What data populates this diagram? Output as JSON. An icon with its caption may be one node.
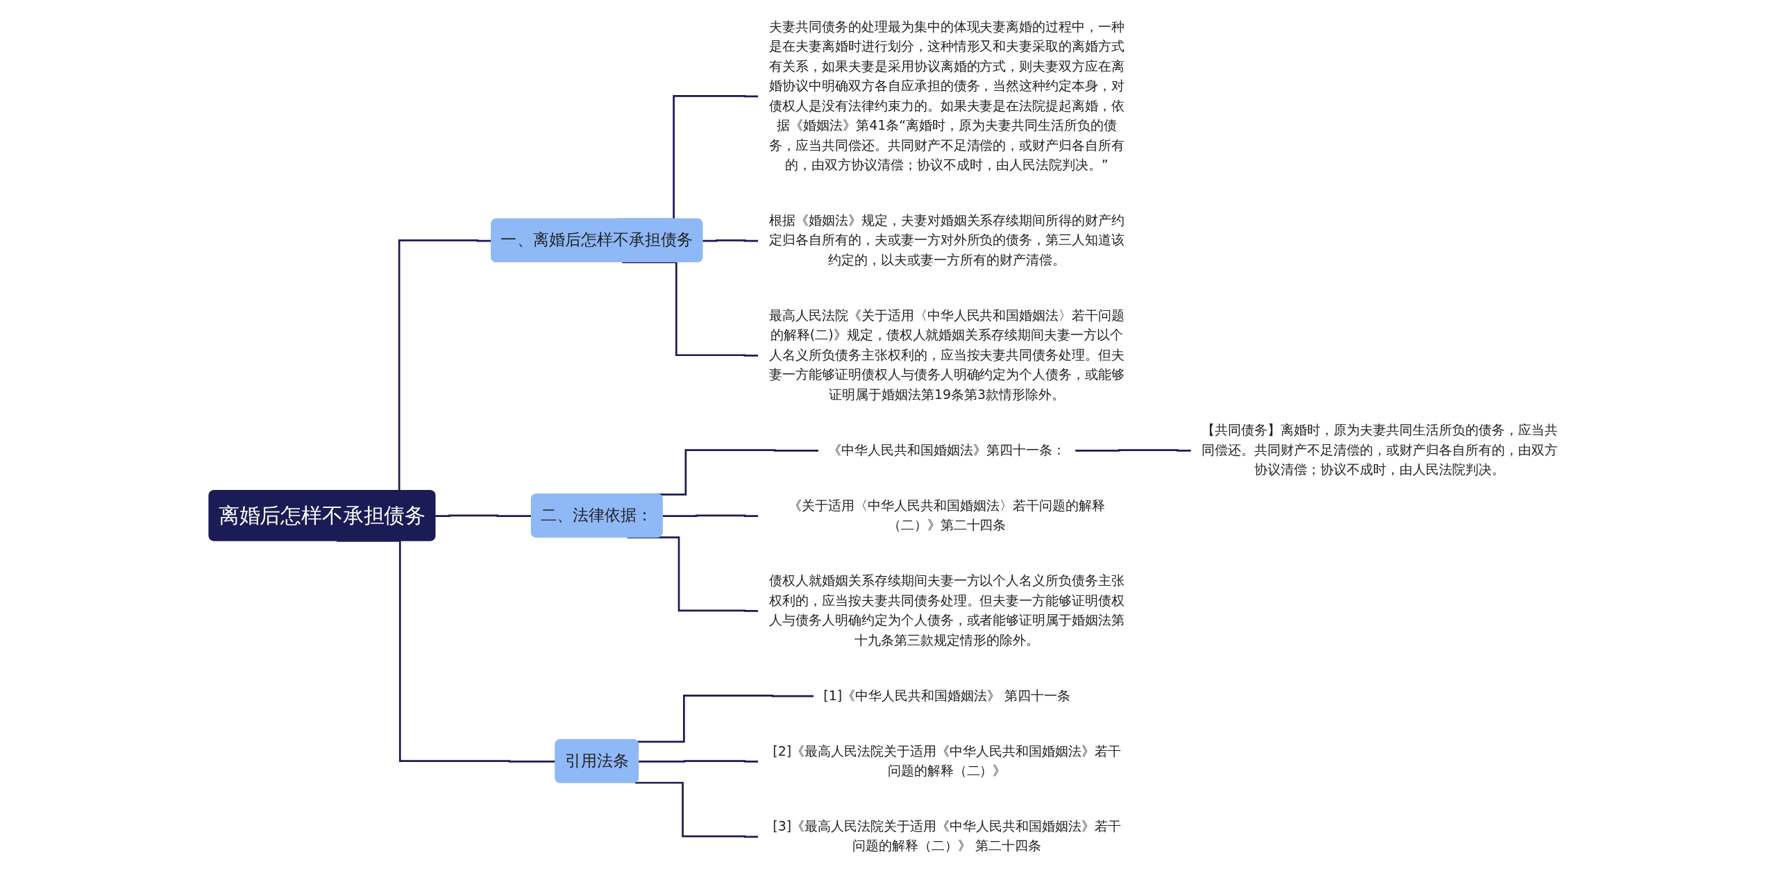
{
  "diagram": {
    "nodes": [
      {
        "text": [
          "离婚后怎样不承担债务"
        ]
      },
      {
        "text": [
          "一、离婚后怎样不承担债务"
        ]
      },
      {
        "text": [
          "夫妻共同债务的处理最为集中的体现夫妻离婚的过程中，一种是在夫妻离婚时进行划分，这种情形又和夫妻采取的离婚方式有关系，如果夫妻是采用协议离婚的方式，则夫妻双方应在离婚协议中明确双方各自应承担的债务，当然这种约定本身，对债权人是没有法律约束力的。如果夫妻是在法院提起离婚，依据《婚姻法》第41条“离婚时，原为夫妻共同生活所负的债务，应当共同偿还。共同财产不足清偿的，或财产归各自所有的，由双方协议清偿；协议不成时，由人民法院判决。”"
        ]
      },
      {
        "text": [
          "根据《婚姻法》规定，夫妻对婚姻关系存续期间所得的财产约定归各自所有的，夫或妻一方对外所负的债务，第三人知道该约定的，以夫或妻一方所有的财产清偿。"
        ]
      },
      {
        "text": [
          "最高人民法院《关于适用〈中华人民共和国婚姻法〉若干问题的解释(二)》规定，债权人就婚姻关系存续期间夫妻一方以个人名义所负债务主张权利的，应当按夫妻共同债务处理。但夫妻一方能够证明债权人与债务人明确约定为个人债务，或能够证明属于婚姻法第19条第3款情形除外。"
        ]
      },
      {
        "text": [
          "二、法律依据："
        ]
      },
      {
        "text": [
          "《中华人民共和国婚姻法》第四十一条："
        ]
      },
      {
        "text": [
          "【共同债务】离婚时，原为夫妻共同生活所负的债务，应当共同偿还。共同财产不足清偿的，或财产归各自所有的，由双方协议清偿；协议不成时，由人民法院判决。"
        ]
      },
      {
        "text": [
          "《关于适用〈中华人民共和国婚姻法〉若干问题的解释（二）》第二十四条"
        ]
      },
      {
        "text": [
          "债权人就婚姻关系存续期间夫妻一方以个人名义所负债务主张权利的，应当按夫妻共同债务处理。但夫妻一方能够证明债权人与债务人明确约定为个人债务，或者能够证明属于婚姻法第十九条第三款规定情形的除外。"
        ]
      },
      {
        "text": [
          "引用法条"
        ]
      },
      {
        "text": [
          "[1]《中华人民共和国婚姻法》 第四十一条"
        ]
      },
      {
        "text": [
          "[2]《最高人民法院关于适用《中华人民共和国婚姻法》若干问题的解释（二）》"
        ]
      },
      {
        "text": [
          "[3]《最高人民法院关于适用《中华人民共和国婚姻法》若干问题的解释（二）》 第二十四条"
        ]
      }
    ],
    "edges": [
      {
        "from": 0,
        "to": 1,
        "arrow": "none"
      },
      {
        "from": 1,
        "to": 2,
        "arrow": "none"
      },
      {
        "from": 1,
        "to": 3,
        "arrow": "none"
      },
      {
        "from": 1,
        "to": 4,
        "arrow": "none"
      },
      {
        "from": 0,
        "to": 5,
        "arrow": "none"
      },
      {
        "from": 5,
        "to": 6,
        "arrow": "none"
      },
      {
        "from": 6,
        "to": 7,
        "arrow": "none"
      },
      {
        "from": 5,
        "to": 8,
        "arrow": "none"
      },
      {
        "from": 5,
        "to": 9,
        "arrow": "none"
      },
      {
        "from": 0,
        "to": 10,
        "arrow": "none"
      },
      {
        "from": 10,
        "to": 11,
        "arrow": "none"
      },
      {
        "from": 10,
        "to": 12,
        "arrow": "none"
      },
      {
        "from": 10,
        "to": 13,
        "arrow": "none"
      }
    ]
  }
}
